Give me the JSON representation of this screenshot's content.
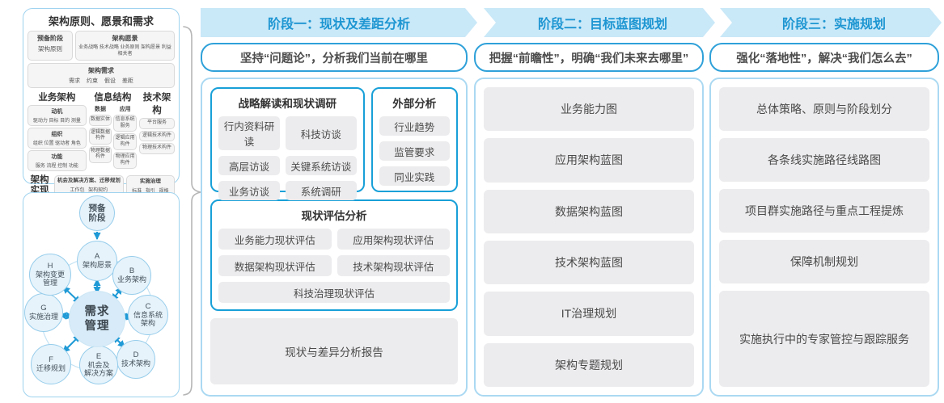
{
  "left_top": {
    "title": "架构原则、愿景和需求",
    "prep": {
      "line1": "预备阶段",
      "line2": "架构原则"
    },
    "vision": {
      "title": "架构愿景",
      "text": "业务战略 技术战略 业务原则 架构愿景 利益相关者"
    },
    "requirement": {
      "title": "架构需求",
      "text": "需求 约束 假设 差距"
    },
    "business": {
      "title": "业务架构",
      "groups": [
        {
          "t": "动机",
          "d": "驱动力 目标 目的 测量"
        },
        {
          "t": "组织",
          "d": "组织 位置 驱动者 角色"
        },
        {
          "t": "功能",
          "d": "服务 流程 控制 功能"
        }
      ]
    },
    "info": {
      "title": "信息结构",
      "cols": [
        {
          "t": "数据",
          "items": [
            "数据实体",
            "逻辑数据构件",
            "物理数据构件"
          ]
        },
        {
          "t": "应用",
          "items": [
            "信息系统服务",
            "逻辑应用构件",
            "物理应用构件"
          ]
        }
      ]
    },
    "tech": {
      "title": "技术架构",
      "items": [
        "平台服务",
        "逻辑技术构件",
        "物理技术构件"
      ]
    },
    "impl": {
      "label": "架构实现",
      "box1": {
        "t": "机会及解决方案、迁移规划",
        "d": "工作包 架构契约"
      },
      "box2": {
        "t": "实施治理",
        "d": "标准 指引 规格"
      }
    }
  },
  "adm": {
    "prep": "预备\n阶段",
    "center": "需求\n管理",
    "nodes": [
      {
        "letter": "A",
        "label": "架构愿景"
      },
      {
        "letter": "B",
        "label": "业务架构"
      },
      {
        "letter": "C",
        "label": "信息系统\n架构"
      },
      {
        "letter": "D",
        "label": "技术架构"
      },
      {
        "letter": "E",
        "label": "机会及\n解决方案"
      },
      {
        "letter": "F",
        "label": "迁移规划"
      },
      {
        "letter": "G",
        "label": "实施治理"
      },
      {
        "letter": "H",
        "label": "架构变更\n管理"
      }
    ]
  },
  "phases": [
    {
      "header": "阶段一：现状及差距分析",
      "subtitle": "坚持“问题论”，分析我们当前在哪里",
      "groups": {
        "survey": {
          "title": "战略解读和现状调研",
          "chips": [
            "行内资料研读",
            "科技访谈",
            "高层访谈",
            "关键系统访谈",
            "业务访谈",
            "系统调研"
          ]
        },
        "external": {
          "title": "外部分析",
          "chips": [
            "行业趋势",
            "监管要求",
            "同业实践"
          ]
        },
        "assessment": {
          "title": "现状评估分析",
          "chips": [
            "业务能力现状评估",
            "应用架构现状评估",
            "数据架构现状评估",
            "技术架构现状评估",
            "科技治理现状评估"
          ]
        }
      },
      "report": "现状与差异分析报告"
    },
    {
      "header": "阶段二：目标蓝图规划",
      "subtitle": "把握“前瞻性”，明确“我们未来去哪里”",
      "items": [
        "业务能力图",
        "应用架构蓝图",
        "数据架构蓝图",
        "技术架构蓝图",
        "IT治理规划",
        "架构专题规划"
      ]
    },
    {
      "header": "阶段三：实施规划",
      "subtitle": "强化“落地性”，解决“我们怎么去”",
      "items": [
        "总体策略、原则与阶段划分",
        "各条线实施路径线路图",
        "项目群实施路径与重点工程提炼",
        "保障机制规划",
        "实施执行中的专家管控与跟踪服务"
      ]
    }
  ],
  "colors": {
    "accent": "#1e96d2",
    "band_bg": "#c9e8f8",
    "chip_bg": "#ececee",
    "arrow": "#1f9ad6"
  }
}
